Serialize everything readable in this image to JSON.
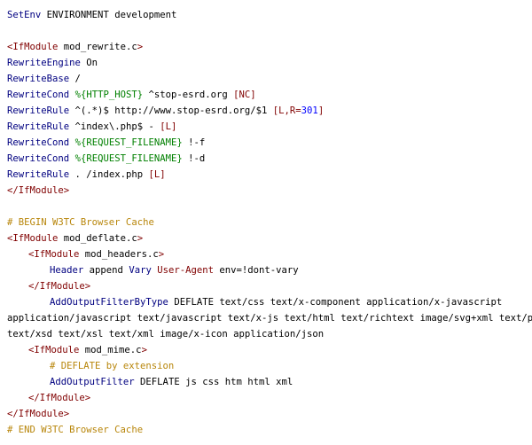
{
  "lines": [
    {
      "indent": 0,
      "tokens": [
        {
          "c": "dir",
          "t": "SetEnv"
        },
        {
          "c": "val",
          "t": " ENVIRONMENT development"
        }
      ]
    },
    {
      "indent": 0,
      "tokens": []
    },
    {
      "indent": 0,
      "tokens": [
        {
          "c": "tag",
          "t": "<IfModule"
        },
        {
          "c": "val",
          "t": " mod_rewrite.c"
        },
        {
          "c": "tag",
          "t": ">"
        }
      ]
    },
    {
      "indent": 0,
      "tokens": [
        {
          "c": "dir",
          "t": "RewriteEngine"
        },
        {
          "c": "val",
          "t": " On"
        }
      ]
    },
    {
      "indent": 0,
      "tokens": [
        {
          "c": "dir",
          "t": "RewriteBase"
        },
        {
          "c": "val",
          "t": " /"
        }
      ]
    },
    {
      "indent": 0,
      "tokens": [
        {
          "c": "dir",
          "t": "RewriteCond"
        },
        {
          "c": "val",
          "t": " "
        },
        {
          "c": "var",
          "t": "%{HTTP_HOST}"
        },
        {
          "c": "val",
          "t": " ^stop-esrd.org "
        },
        {
          "c": "flag",
          "t": "[NC]"
        }
      ]
    },
    {
      "indent": 0,
      "tokens": [
        {
          "c": "dir",
          "t": "RewriteRule"
        },
        {
          "c": "val",
          "t": " ^(.*)$ http://www.stop-esrd.org/$1 "
        },
        {
          "c": "flag",
          "t": "[L,R="
        },
        {
          "c": "num",
          "t": "301"
        },
        {
          "c": "flag",
          "t": "]"
        }
      ]
    },
    {
      "indent": 0,
      "tokens": [
        {
          "c": "dir",
          "t": "RewriteRule"
        },
        {
          "c": "val",
          "t": " ^index\\.php$ - "
        },
        {
          "c": "flag",
          "t": "[L]"
        }
      ]
    },
    {
      "indent": 0,
      "tokens": [
        {
          "c": "dir",
          "t": "RewriteCond"
        },
        {
          "c": "val",
          "t": " "
        },
        {
          "c": "var",
          "t": "%{REQUEST_FILENAME}"
        },
        {
          "c": "val",
          "t": " !-f"
        }
      ]
    },
    {
      "indent": 0,
      "tokens": [
        {
          "c": "dir",
          "t": "RewriteCond"
        },
        {
          "c": "val",
          "t": " "
        },
        {
          "c": "var",
          "t": "%{REQUEST_FILENAME}"
        },
        {
          "c": "val",
          "t": " !-d"
        }
      ]
    },
    {
      "indent": 0,
      "tokens": [
        {
          "c": "dir",
          "t": "RewriteRule"
        },
        {
          "c": "val",
          "t": " . /index.php "
        },
        {
          "c": "flag",
          "t": "[L]"
        }
      ]
    },
    {
      "indent": 0,
      "tokens": [
        {
          "c": "tag",
          "t": "</IfModule>"
        }
      ]
    },
    {
      "indent": 0,
      "tokens": []
    },
    {
      "indent": 0,
      "tokens": [
        {
          "c": "cmt",
          "t": "# BEGIN W3TC Browser Cache"
        }
      ]
    },
    {
      "indent": 0,
      "tokens": [
        {
          "c": "tag",
          "t": "<IfModule"
        },
        {
          "c": "val",
          "t": " mod_deflate.c"
        },
        {
          "c": "tag",
          "t": ">"
        }
      ]
    },
    {
      "indent": 1,
      "tokens": [
        {
          "c": "tag",
          "t": "<IfModule"
        },
        {
          "c": "val",
          "t": " mod_headers.c"
        },
        {
          "c": "tag",
          "t": ">"
        }
      ]
    },
    {
      "indent": 2,
      "tokens": [
        {
          "c": "dir",
          "t": "Header"
        },
        {
          "c": "val",
          "t": " append "
        },
        {
          "c": "dir",
          "t": "Vary"
        },
        {
          "c": "val",
          "t": " "
        },
        {
          "c": "tag",
          "t": "User-Agent"
        },
        {
          "c": "val",
          "t": " env=!dont-vary"
        }
      ]
    },
    {
      "indent": 1,
      "tokens": [
        {
          "c": "tag",
          "t": "</IfModule>"
        }
      ]
    },
    {
      "indent": 2,
      "tokens": [
        {
          "c": "dir",
          "t": "AddOutputFilterByType"
        },
        {
          "c": "val",
          "t": " DEFLATE text/css text/x-component application/x-javascript"
        }
      ]
    },
    {
      "indent": 0,
      "tokens": [
        {
          "c": "val",
          "t": "application/javascript text/javascript text/x-js text/html text/richtext image/svg+xml text/plain"
        }
      ]
    },
    {
      "indent": 0,
      "tokens": [
        {
          "c": "val",
          "t": "text/xsd text/xsl text/xml image/x-icon application/json"
        }
      ]
    },
    {
      "indent": 1,
      "tokens": [
        {
          "c": "tag",
          "t": "<IfModule"
        },
        {
          "c": "val",
          "t": " mod_mime.c"
        },
        {
          "c": "tag",
          "t": ">"
        }
      ]
    },
    {
      "indent": 2,
      "tokens": [
        {
          "c": "cmt",
          "t": "# DEFLATE by extension"
        }
      ]
    },
    {
      "indent": 2,
      "tokens": [
        {
          "c": "dir",
          "t": "AddOutputFilter"
        },
        {
          "c": "val",
          "t": " DEFLATE js css htm html xml"
        }
      ]
    },
    {
      "indent": 1,
      "tokens": [
        {
          "c": "tag",
          "t": "</IfModule>"
        }
      ]
    },
    {
      "indent": 0,
      "tokens": [
        {
          "c": "tag",
          "t": "</IfModule>"
        }
      ]
    },
    {
      "indent": 0,
      "tokens": [
        {
          "c": "cmt",
          "t": "# END W3TC Browser Cache"
        }
      ]
    }
  ]
}
